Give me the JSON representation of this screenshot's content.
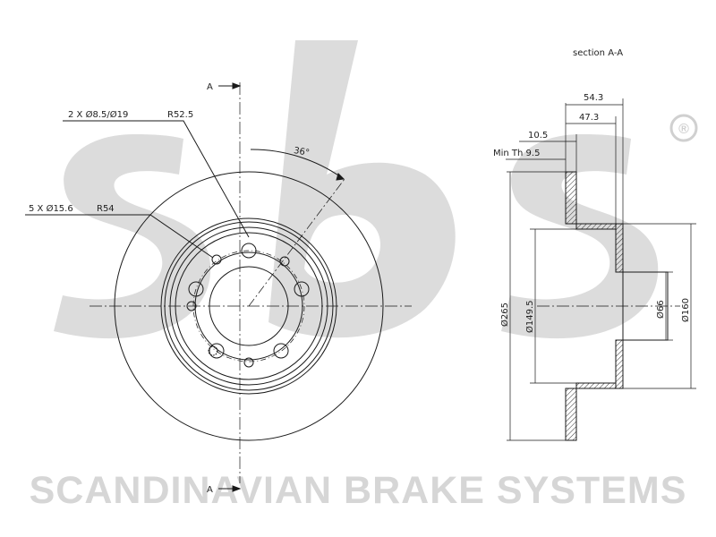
{
  "watermark": {
    "logo_text": "sbs",
    "tagline": "SCANDINAVIAN BRAKE SYSTEMS",
    "registered_mark": "®",
    "color": "#d9d9d9"
  },
  "front_view": {
    "section_marker_top": "A",
    "section_marker_bottom": "A",
    "bolt_hole_label": "2 X Ø8.5/Ø19",
    "bolt_hole_radius": "R52.5",
    "stud_hole_label": "5 X Ø15.6",
    "stud_hole_radius": "R54",
    "angle_label": "36°"
  },
  "section_view": {
    "title": "section A-A",
    "overall_width": "54.3",
    "hub_width": "47.3",
    "disc_thickness": "10.5",
    "min_thickness": "Min Th 9.5",
    "outer_diameter": "Ø265",
    "hat_diameter": "Ø149.5",
    "center_bore": "Ø66",
    "hub_diameter": "Ø160"
  },
  "colors": {
    "line": "#1a1a1a",
    "hatch": "#333333"
  }
}
